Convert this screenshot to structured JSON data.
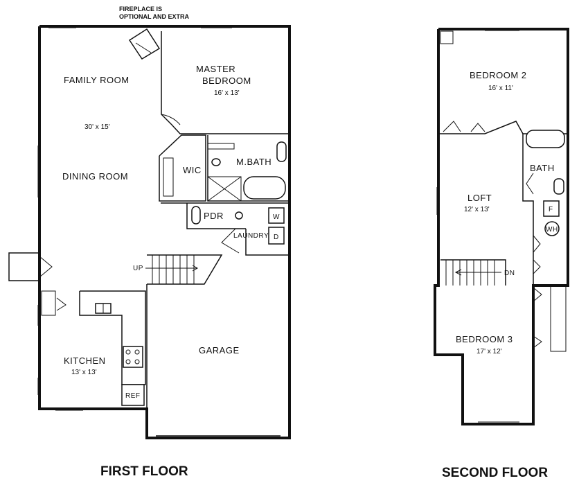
{
  "note": {
    "line1": "FIREPLACE IS",
    "line2": "OPTIONAL AND EXTRA"
  },
  "first_floor": {
    "caption": "FIRST FLOOR",
    "family_room": {
      "label": "FAMILY ROOM",
      "dim": "30' x 15'"
    },
    "dining_room": {
      "label": "DINING ROOM"
    },
    "master_bedroom": {
      "line1": "MASTER",
      "line2": "BEDROOM",
      "dim": "16' x 13'"
    },
    "wic": {
      "label": "WIC"
    },
    "master_bath": {
      "label": "M.BATH"
    },
    "powder_room": {
      "label": "PDR"
    },
    "laundry": {
      "label": "LAUNDRY",
      "washer": "W",
      "dryer": "D"
    },
    "stairs": {
      "label": "UP"
    },
    "kitchen": {
      "label": "KITCHEN",
      "dim": "13' x 13'"
    },
    "refrigerator": {
      "label": "REF"
    },
    "garage": {
      "label": "GARAGE"
    }
  },
  "second_floor": {
    "caption": "SECOND FLOOR",
    "bedroom2": {
      "label": "BEDROOM 2",
      "dim": "16' x 11'"
    },
    "bath": {
      "label": "BATH"
    },
    "loft": {
      "label": "LOFT",
      "dim": "12' x 13'"
    },
    "furnace": {
      "label": "F"
    },
    "water_heater": {
      "label": "WH"
    },
    "stairs": {
      "label": "DN"
    },
    "bedroom3": {
      "label": "BEDROOM 3",
      "dim": "17' x 12'"
    }
  }
}
